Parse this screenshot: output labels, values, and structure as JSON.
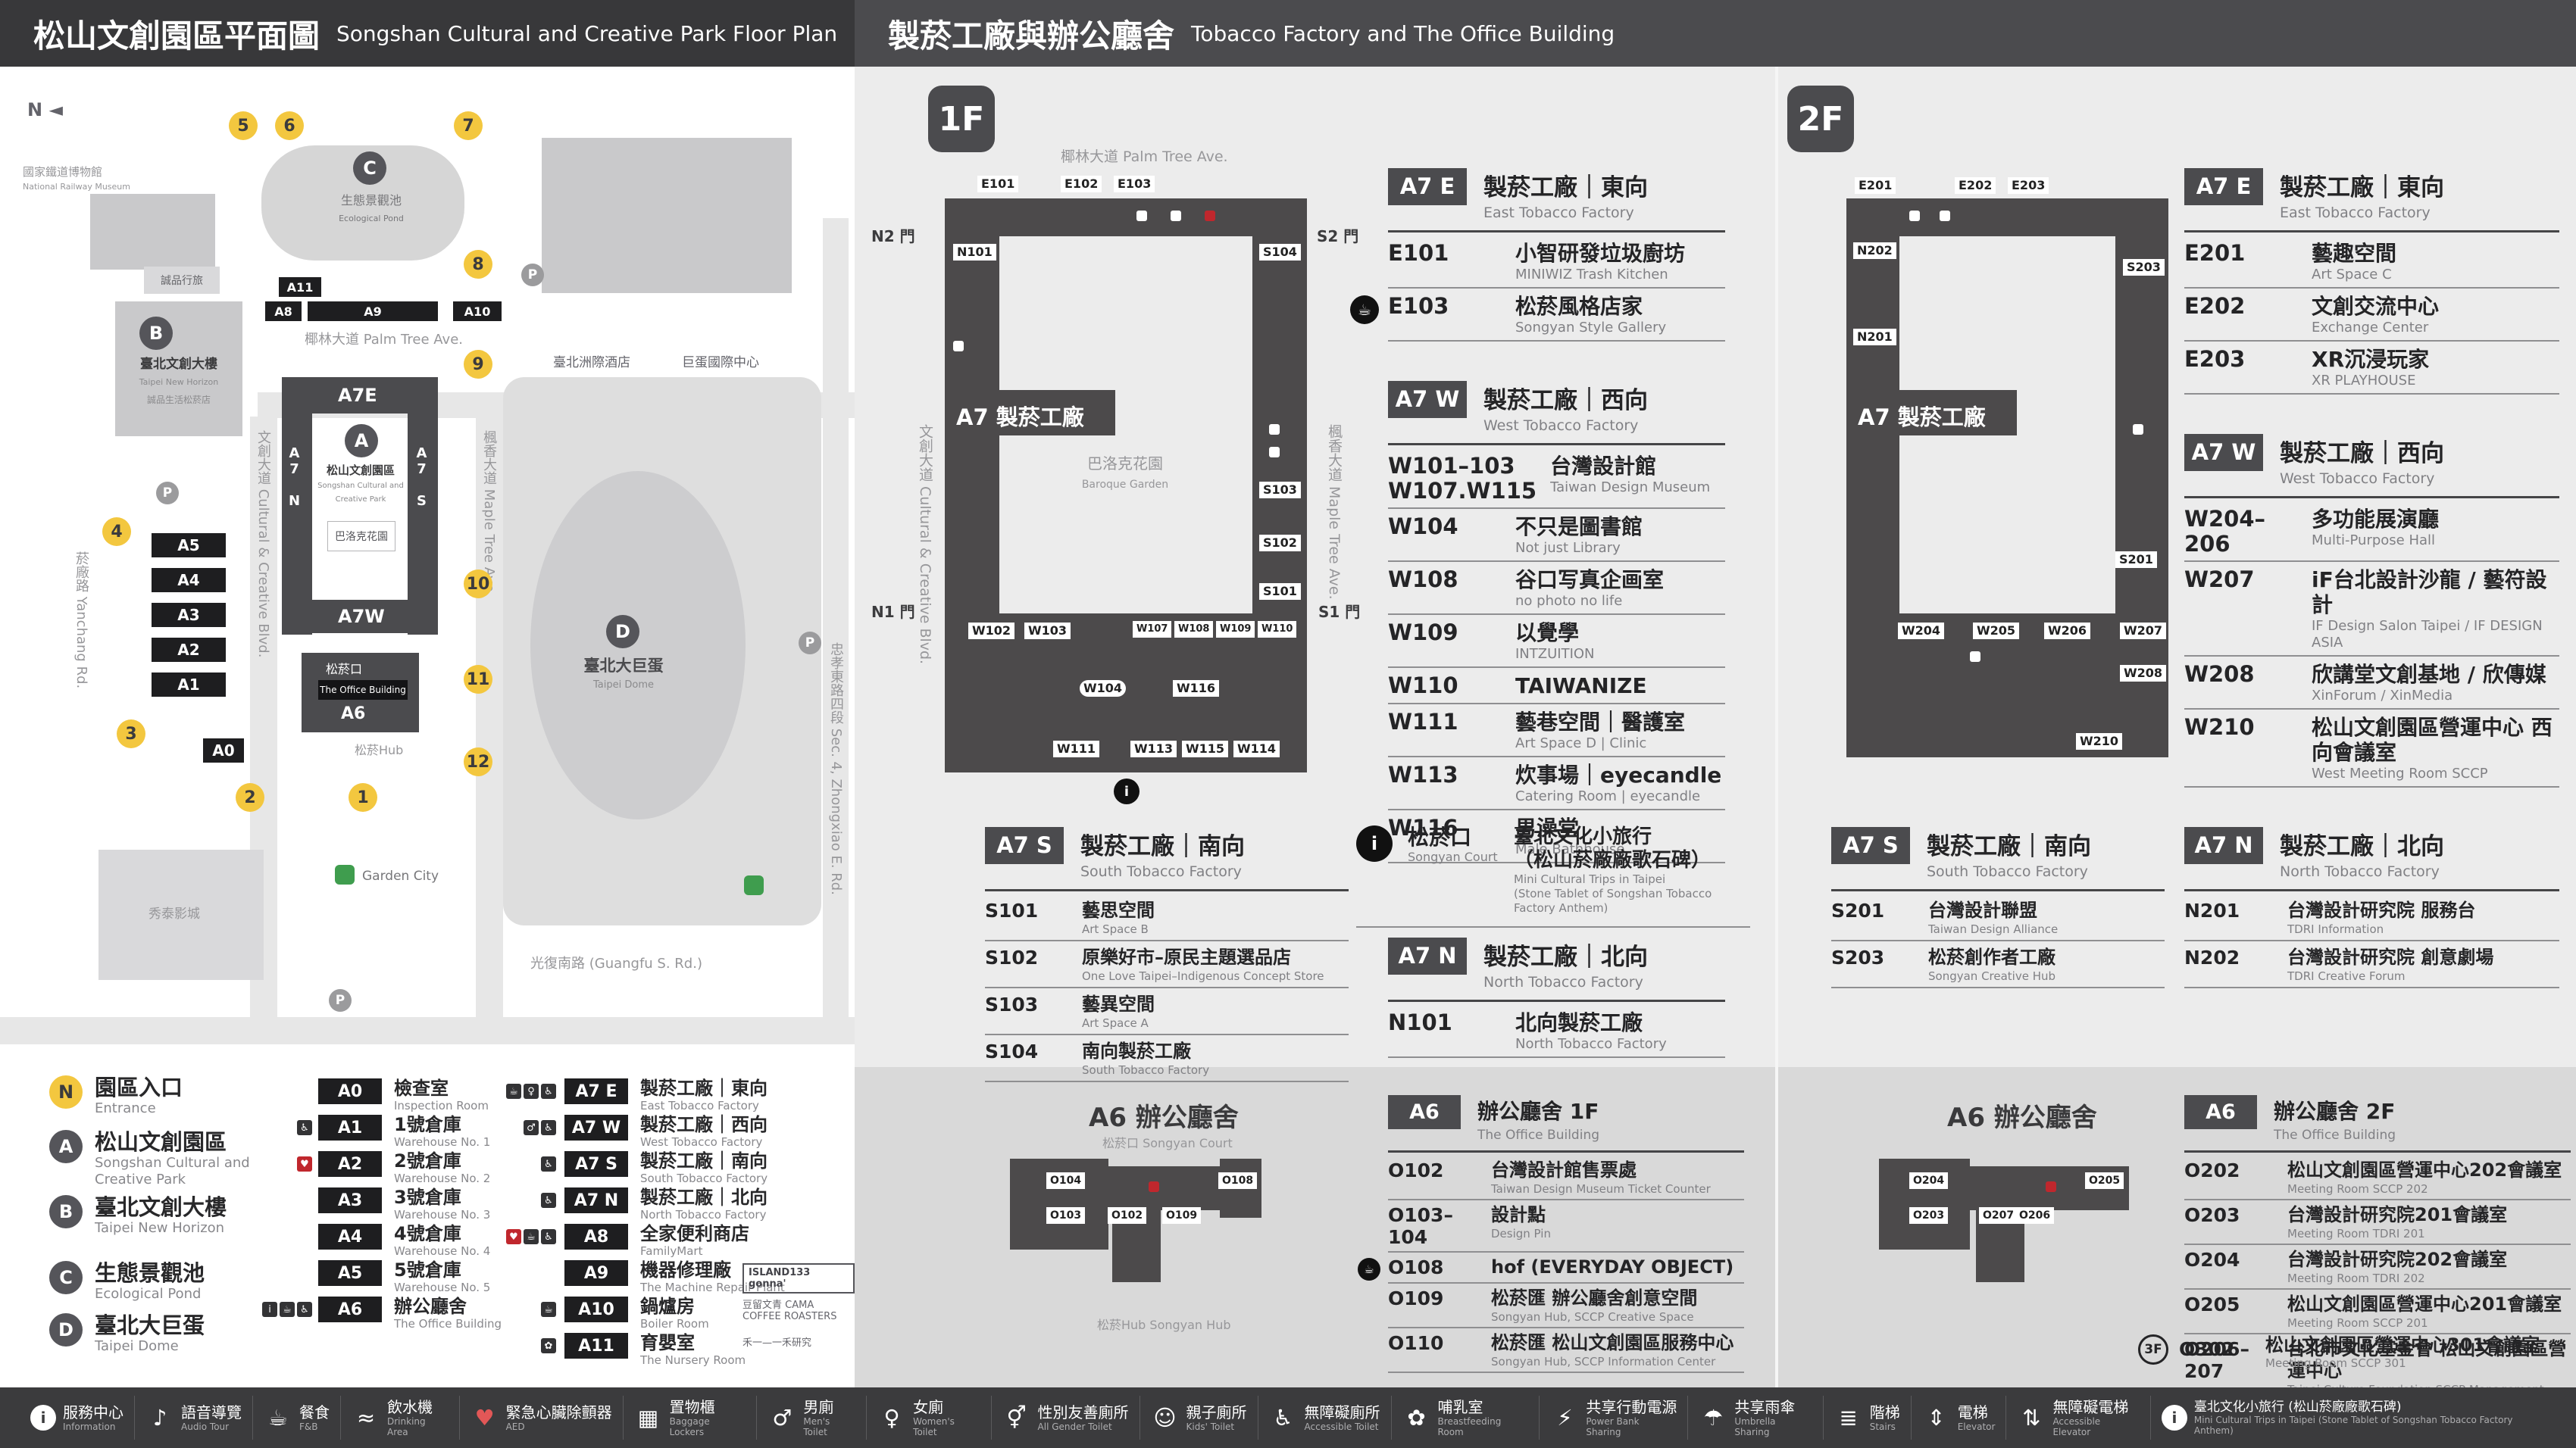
{
  "headers": {
    "left_zh": "松山文創園區平面圖",
    "left_en": "Songshan Cultural and Creative Park Floor Plan",
    "right_zh": "製菸工廠與辦公廳舍",
    "right_en": "Tobacco Factory and The Office Building"
  },
  "icons": {
    "info": "i",
    "audio": "♪",
    "food": "☕",
    "water": "≈",
    "aed": "♥",
    "locker": "▦",
    "men": "♂",
    "women": "♀",
    "allgender": "⚥",
    "kids": "☺",
    "accessible": "♿",
    "nursing": "✿",
    "power": "⚡",
    "umbrella": "☂",
    "stairs": "≣",
    "elevator": "⇕",
    "acc_elevator": "⇅"
  },
  "map": {
    "compass": "N",
    "railway_zh": "國家鐵道博物館",
    "railway_en": "National Railway Museum",
    "pond_zh": "生態景觀池",
    "pond_en": "Ecological Pond",
    "eslite_hotel": "誠品行旅",
    "horizon_zh": "臺北文創大樓",
    "horizon_en": "Taipei New Horizon",
    "spectrum": "誠品生活松菸店",
    "palm": "椰林大道 Palm Tree Ave.",
    "hotel1": "臺北洲際酒店",
    "hotel2": "巨蛋國際中心",
    "sccp_zh": "松山文創園區",
    "sccp_en": "Songshan Cultural and Creative Park",
    "baroque": "巴洛克花園",
    "court": "松菸口",
    "office_en": "The Office Building",
    "hub": "松菸Hub",
    "dome_zh": "臺北大巨蛋",
    "dome_en": "Taipei Dome",
    "garden_city": "Garden City",
    "cinema": "秀泰影城",
    "yanchang": "菸廠路 Yanchang Rd.",
    "guangfu": "光復南路 (Guangfu S. Rd.)",
    "zhongxiao": "忠孝東路四段 Sec. 4, Zhongxiao E. Rd.",
    "ccb": "文創大道 Cultural & Creative Blvd.",
    "maple": "楓香大道 Maple Tree Ave.",
    "a7e": "A7E",
    "a7w": "A7W",
    "a7n": "A7 N",
    "a7s": "A7 S",
    "blocks": {
      "a0": "A0",
      "a1": "A1",
      "a2": "A2",
      "a3": "A3",
      "a4": "A4",
      "a5": "A5",
      "a6": "A6",
      "a8": "A8",
      "a9": "A9",
      "a10": "A10",
      "a11": "A11"
    },
    "markers": {
      "a": "A",
      "b": "B",
      "c": "C",
      "d": "D",
      "p": "P"
    },
    "nums": [
      "1",
      "2",
      "3",
      "4",
      "5",
      "6",
      "7",
      "8",
      "9",
      "10",
      "11",
      "12"
    ]
  },
  "legend": {
    "places": [
      {
        "id": "N",
        "zh": "園區入口",
        "en": "Entrance"
      },
      {
        "id": "A",
        "zh": "松山文創園區",
        "en": "Songshan Cultural and Creative Park"
      },
      {
        "id": "B",
        "zh": "臺北文創大樓",
        "en": "Taipei New Horizon"
      },
      {
        "id": "C",
        "zh": "生態景觀池",
        "en": "Ecological Pond"
      },
      {
        "id": "D",
        "zh": "臺北大巨蛋",
        "en": "Taipei Dome"
      }
    ],
    "col2": [
      {
        "id": "A0",
        "zh": "檢查室",
        "en": "Inspection Room"
      },
      {
        "id": "A1",
        "zh": "1號倉庫",
        "en": "Warehouse No. 1"
      },
      {
        "id": "A2",
        "zh": "2號倉庫",
        "en": "Warehouse No. 2"
      },
      {
        "id": "A3",
        "zh": "3號倉庫",
        "en": "Warehouse No. 3"
      },
      {
        "id": "A4",
        "zh": "4號倉庫",
        "en": "Warehouse No. 4"
      },
      {
        "id": "A5",
        "zh": "5號倉庫",
        "en": "Warehouse No. 5"
      },
      {
        "id": "A6",
        "zh": "辦公廳舍",
        "en": "The Office Building"
      }
    ],
    "col3": [
      {
        "id": "A7 E",
        "zh": "製菸工廠｜東向",
        "en": "East Tobacco Factory"
      },
      {
        "id": "A7 W",
        "zh": "製菸工廠｜西向",
        "en": "West Tobacco Factory"
      },
      {
        "id": "A7 S",
        "zh": "製菸工廠｜南向",
        "en": "South Tobacco Factory"
      },
      {
        "id": "A7 N",
        "zh": "製菸工廠｜北向",
        "en": "North Tobacco Factory"
      },
      {
        "id": "A8",
        "zh": "全家便利商店",
        "en": "FamilyMart"
      },
      {
        "id": "A9",
        "zh": "機器修理廠",
        "en": "The Machine Repair Plant",
        "note": "ISLAND133 gonna'"
      },
      {
        "id": "A10",
        "zh": "鍋爐房",
        "en": "Boiler Room",
        "note": "豆留文青 CAMA COFFEE ROASTERS"
      },
      {
        "id": "A11",
        "zh": "育嬰室",
        "en": "The Nursery Room",
        "note": "禾一—一禾研究"
      }
    ]
  },
  "f1": {
    "badge": "1F",
    "street_top": "椰林大道 Palm Tree Ave.",
    "street_left": "文創大道 Cultural & Creative Blvd.",
    "street_right": "楓香大道 Maple Tree Ave.",
    "gate_n2": "N2 門",
    "gate_s2": "S2 門",
    "gate_n1": "N1 門",
    "gate_s1": "S1 門",
    "building": "A7 製菸工廠",
    "courtyard_zh": "巴洛克花園",
    "courtyard_en": "Baroque Garden",
    "rooms": [
      "E101",
      "E102",
      "E103",
      "N101",
      "S104",
      "S103",
      "S102",
      "S101",
      "W102",
      "W103",
      "W107",
      "W108",
      "W109",
      "W110",
      "W104",
      "W116",
      "W111",
      "W113",
      "W115",
      "W114"
    ]
  },
  "d1e": {
    "badge": "A7 E",
    "zh": "製菸工廠｜東向",
    "en": "East Tobacco Factory",
    "rooms": [
      {
        "id": "E101",
        "zh": "小智研發垃圾廚坊",
        "en": "MINIWIZ Trash Kitchen"
      },
      {
        "id": "E103",
        "zh": "松菸風格店家",
        "en": "Songyan Style Gallery"
      }
    ]
  },
  "d1w": {
    "badge": "A7 W",
    "zh": "製菸工廠｜西向",
    "en": "West Tobacco Factory",
    "rooms": [
      {
        "id": "W101–103 W107.W115",
        "zh": "台灣設計館",
        "en": "Taiwan Design Museum"
      },
      {
        "id": "W104",
        "zh": "不只是圖書館",
        "en": "Not just Library"
      },
      {
        "id": "W108",
        "zh": "谷口写真企画室",
        "en": "no photo no life"
      },
      {
        "id": "W109",
        "zh": "以覺學",
        "en": "INTZUITION"
      },
      {
        "id": "W110",
        "zh": "TAIWANIZE",
        "en": ""
      },
      {
        "id": "W111",
        "zh": "藝巷空間｜醫護室",
        "en": "Art Space D | Clinic"
      },
      {
        "id": "W113",
        "zh": "炊事場｜eyecandle",
        "en": "Catering Room | eyecandle"
      },
      {
        "id": "W116",
        "zh": "男澡堂",
        "en": "Male Bathhouse"
      }
    ]
  },
  "d1s": {
    "badge": "A7 S",
    "zh": "製菸工廠｜南向",
    "en": "South Tobacco Factory",
    "rooms": [
      {
        "id": "S101",
        "zh": "藝思空間",
        "en": "Art Space B"
      },
      {
        "id": "S102",
        "zh": "原樂好市–原民主題選品店",
        "en": "One Love Taipei–Indigenous Concept Store"
      },
      {
        "id": "S103",
        "zh": "藝異空間",
        "en": "Art Space A"
      },
      {
        "id": "S104",
        "zh": "南向製菸工廠",
        "en": "South Tobacco Factory"
      }
    ]
  },
  "d1n": {
    "badge": "A7 N",
    "zh": "製菸工廠｜北向",
    "en": "North Tobacco Factory",
    "rooms": [
      {
        "id": "N101",
        "zh": "北向製菸工廠",
        "en": "North Tobacco Factory"
      }
    ]
  },
  "court1": {
    "zh": "松菸口",
    "en": "Songyan Court",
    "t1": "臺北文化小旅行",
    "t2": "（松山菸廠廠歌石碑）",
    "e1": "Mini Cultural Trips in Taipei",
    "e2": "(Stone Tablet of Songshan Tobacco Factory Anthem)"
  },
  "a61": {
    "title": "A6 辦公廳舍",
    "badge": "A6",
    "zh": "辦公廳舍 1F",
    "en": "The Office Building",
    "court": "松菸口 Songyan Court",
    "hub": "松菸Hub Songyan Hub",
    "plan_rooms": [
      "O104",
      "O103",
      "O102",
      "O109",
      "O108"
    ],
    "rooms": [
      {
        "id": "O102",
        "zh": "台灣設計館售票處",
        "en": "Taiwan Design Museum Ticket Counter"
      },
      {
        "id": "O103–104",
        "zh": "設計點",
        "en": "Design Pin"
      },
      {
        "id": "O108",
        "zh": "hof (EVERYDAY OBJECT)",
        "en": ""
      },
      {
        "id": "O109",
        "zh": "松菸匯 辦公廳舍創意空間",
        "en": "Songyan Hub, SCCP Creative Space"
      },
      {
        "id": "O110",
        "zh": "松菸匯 松山文創園區服務中心",
        "en": "Songyan Hub, SCCP Information Center"
      }
    ]
  },
  "f2": {
    "badge": "2F",
    "building": "A7 製菸工廠",
    "rooms": [
      "E201",
      "E202",
      "E203",
      "N202",
      "N201",
      "S203",
      "S201",
      "W204",
      "W205",
      "W206",
      "W207",
      "W208",
      "W210"
    ]
  },
  "d2e": {
    "badge": "A7 E",
    "zh": "製菸工廠｜東向",
    "en": "East Tobacco Factory",
    "rooms": [
      {
        "id": "E201",
        "zh": "藝趣空間",
        "en": "Art Space C"
      },
      {
        "id": "E202",
        "zh": "文創交流中心",
        "en": "Exchange Center"
      },
      {
        "id": "E203",
        "zh": "XR沉浸玩家",
        "en": "XR PLAYHOUSE"
      }
    ]
  },
  "d2w": {
    "badge": "A7 W",
    "zh": "製菸工廠｜西向",
    "en": "West Tobacco Factory",
    "rooms": [
      {
        "id": "W204–206",
        "zh": "多功能展演廳",
        "en": "Multi-Purpose Hall"
      },
      {
        "id": "W207",
        "zh": "iF台北設計沙龍 / 藝符設計",
        "en": "IF Design Salon Taipei / IF DESIGN ASIA"
      },
      {
        "id": "W208",
        "zh": "欣講堂文創基地 / 欣傳媒",
        "en": "XinForum / XinMedia"
      },
      {
        "id": "W210",
        "zh": "松山文創園區營運中心 西向會議室",
        "en": "West Meeting Room SCCP"
      }
    ]
  },
  "d2s": {
    "badge": "A7 S",
    "zh": "製菸工廠｜南向",
    "en": "South Tobacco Factory",
    "rooms": [
      {
        "id": "S201",
        "zh": "台灣設計聯盟",
        "en": "Taiwan Design Alliance"
      },
      {
        "id": "S203",
        "zh": "松菸創作者工廠",
        "en": "Songyan Creative Hub"
      }
    ]
  },
  "d2n": {
    "badge": "A7 N",
    "zh": "製菸工廠｜北向",
    "en": "North Tobacco Factory",
    "rooms": [
      {
        "id": "N201",
        "zh": "台灣設計研究院 服務台",
        "en": "TDRI Information"
      },
      {
        "id": "N202",
        "zh": "台灣設計研究院 創意劇場",
        "en": "TDRI Creative Forum"
      }
    ]
  },
  "a62": {
    "title": "A6 辦公廳舍",
    "badge": "A6",
    "zh": "辦公廳舍 2F",
    "en": "The Office Building",
    "plan_rooms": [
      "O204",
      "O203",
      "O207",
      "O206",
      "O205"
    ],
    "rooms": [
      {
        "id": "O202",
        "zh": "松山文創園區營運中心202會議室",
        "en": "Meeting Room SCCP 202"
      },
      {
        "id": "O203",
        "zh": "台灣設計研究院201會議室",
        "en": "Meeting Room TDRI 201"
      },
      {
        "id": "O204",
        "zh": "台灣設計研究院202會議室",
        "en": "Meeting Room TDRI 202"
      },
      {
        "id": "O205",
        "zh": "松山文創園區營運中心201會議室",
        "en": "Meeting Room SCCP 201"
      },
      {
        "id": "O206–207",
        "zh": "台北市文化基金會 松山文創園區營運中心",
        "en": "Taipei Culture Foundation SCCP Management Center"
      }
    ],
    "f3_badge": "3F",
    "f3_id": "O302",
    "f3_zh": "松山文創園區營運中心301會議室",
    "f3_en": "Meeting Room SCCP 301"
  },
  "footer": [
    {
      "zh": "服務中心",
      "en": "Information"
    },
    {
      "zh": "語音導覽",
      "en": "Audio Tour"
    },
    {
      "zh": "餐食",
      "en": "F&B"
    },
    {
      "zh": "飲水機",
      "en": "Drinking Area"
    },
    {
      "zh": "緊急心臟除顫器",
      "en": "AED"
    },
    {
      "zh": "置物櫃",
      "en": "Baggage Lockers"
    },
    {
      "zh": "男廁",
      "en": "Men's Toilet"
    },
    {
      "zh": "女廁",
      "en": "Women's Toilet"
    },
    {
      "zh": "性別友善廁所",
      "en": "All Gender Toilet"
    },
    {
      "zh": "親子廁所",
      "en": "Kids' Toilet"
    },
    {
      "zh": "無障礙廁所",
      "en": "Accessible Toilet"
    },
    {
      "zh": "哺乳室",
      "en": "Breastfeeding Room"
    },
    {
      "zh": "共享行動電源",
      "en": "Power Bank Sharing"
    },
    {
      "zh": "共享雨傘",
      "en": "Umbrella Sharing"
    },
    {
      "zh": "階梯",
      "en": "Stairs"
    },
    {
      "zh": "電梯",
      "en": "Elevator"
    },
    {
      "zh": "無障礙電梯",
      "en": "Accessible Elevator"
    },
    {
      "zh": "臺北文化小旅行 (松山菸廠廠歌石碑)",
      "en": "Mini Cultural Trips in Taipei (Stone Tablet of Songshan Tobacco Factory Anthem)"
    }
  ]
}
